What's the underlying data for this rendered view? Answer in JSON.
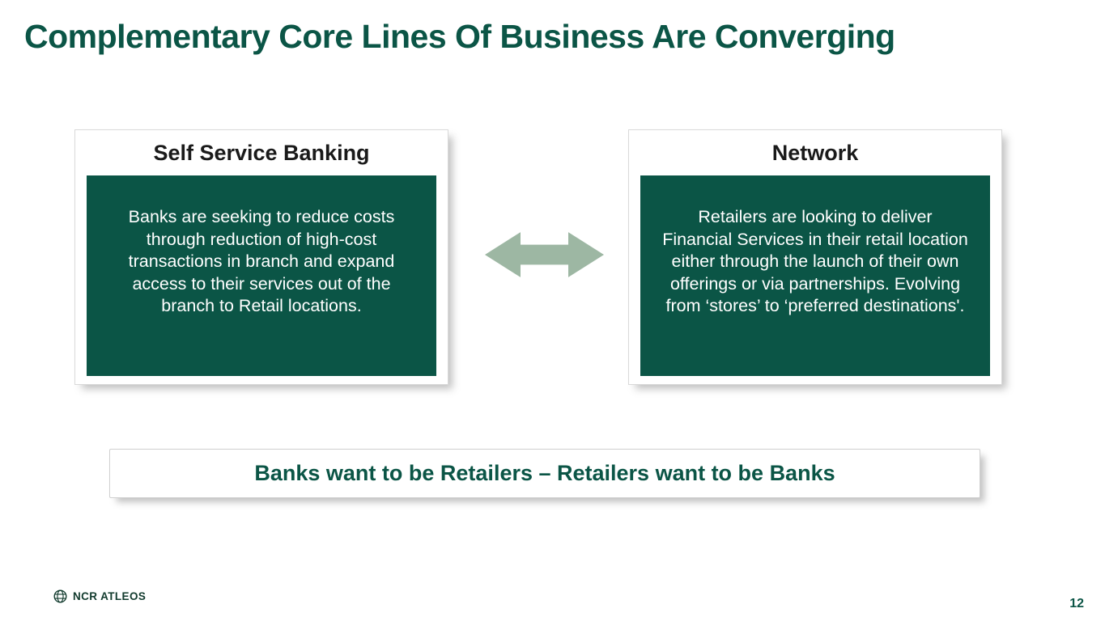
{
  "slide": {
    "title": "Complementary Core Lines Of Business Are Converging",
    "page_number": "12",
    "footer_brand": "NCR ATLEOS"
  },
  "left_card": {
    "title": "Self Service Banking",
    "body": "Banks are seeking to reduce costs through reduction of high-cost transactions in branch and expand access to their services out of the branch to Retail locations."
  },
  "right_card": {
    "title": "Network",
    "body": "Retailers are looking to deliver Financial Services in their retail location either through the launch of their own offerings or via partnerships.  Evolving from ‘stores’ to ‘preferred destinations'."
  },
  "banner": {
    "text": "Banks want to be Retailers – Retailers want to be Banks"
  },
  "icons": {
    "arrow": "double-headed-arrow",
    "logo": "globe"
  },
  "colors": {
    "brand_green": "#0b5546",
    "arrow_green": "#9db7a3"
  }
}
